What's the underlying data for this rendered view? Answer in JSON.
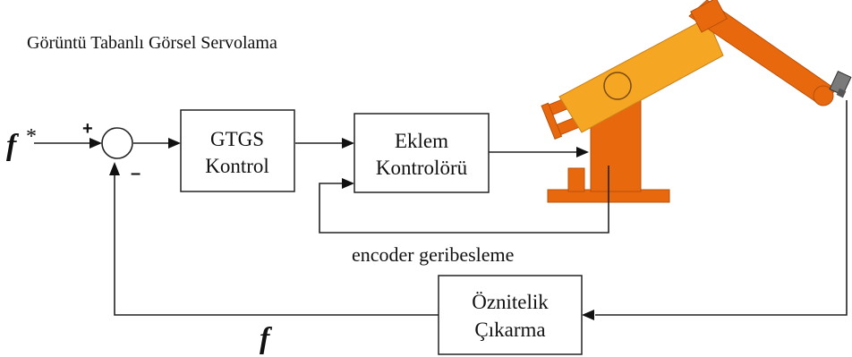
{
  "title": "Görüntü Tabanlı Görsel Servolama",
  "signals": {
    "reference_symbol": "f",
    "reference_superscript": "*",
    "feedback_symbol": "f",
    "plus_sign": "+",
    "minus_sign": "–"
  },
  "blocks": {
    "gtgs_line1": "GTGS",
    "gtgs_line2": "Kontrol",
    "eklem_line1": "Eklem",
    "eklem_line2": "Kontrolörü",
    "oznitelik_line1": "Öznitelik",
    "oznitelik_line2": "Çıkarma"
  },
  "labels": {
    "encoder_feedback": "encoder geribesleme"
  },
  "colors": {
    "robot_light": "#F5A623",
    "robot_dark": "#E8680E",
    "camera": "#7a7a7a"
  },
  "icons": [
    "summing-junction",
    "robot-arm-icon",
    "camera-icon"
  ]
}
